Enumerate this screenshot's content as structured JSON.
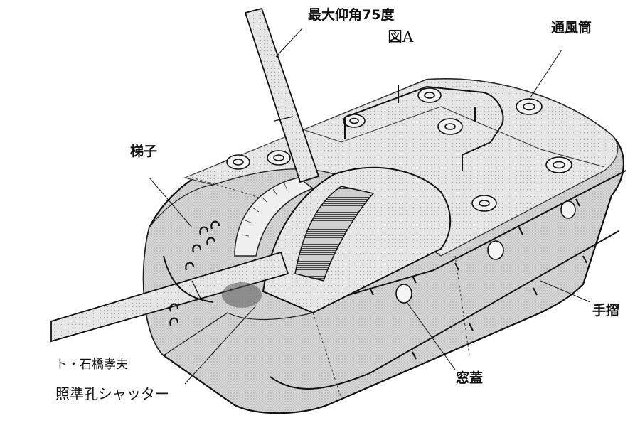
{
  "labels": {
    "max_elevation": "最大仰角75度",
    "figure_id": "図A",
    "ventilator": "通風筒",
    "ladder": "梯子",
    "handrail": "手摺",
    "window_cover": "窓蓋",
    "credit": "ト・石橋孝夫",
    "sight_shutter": "照準孔シャッター"
  }
}
